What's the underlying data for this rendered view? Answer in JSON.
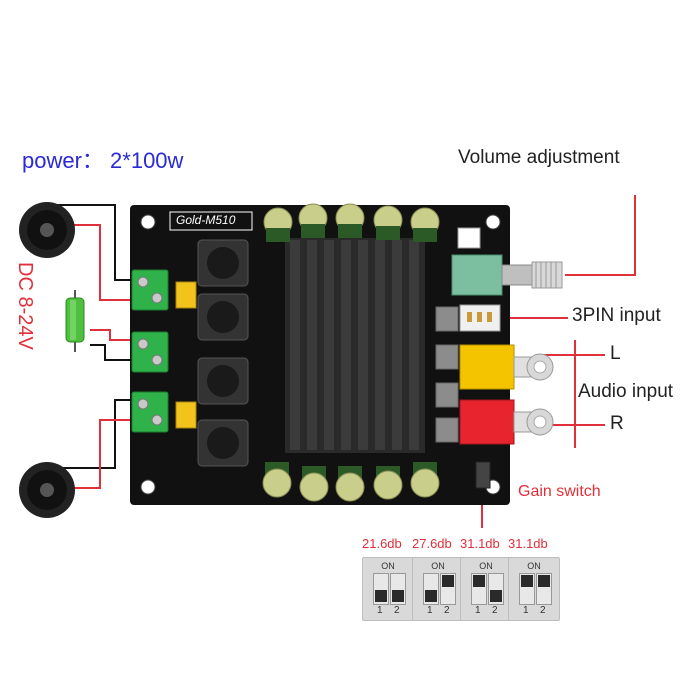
{
  "labels": {
    "power": "power： 2*100w",
    "volume": "Volume adjustment",
    "pin3": "3PIN input",
    "audio_l": "L",
    "audio_input": "Audio input",
    "audio_r": "R",
    "gain_switch": "Gain switch",
    "supply": "DC 8-24V"
  },
  "board": {
    "model": "Gold-M510"
  },
  "gain_options": [
    {
      "label": "21.6db",
      "switch_on_text": "ON",
      "positions": [
        "1",
        "2"
      ],
      "state": [
        "off",
        "off"
      ]
    },
    {
      "label": "27.6db",
      "switch_on_text": "ON",
      "positions": [
        "1",
        "2"
      ],
      "state": [
        "off",
        "on"
      ]
    },
    {
      "label": "31.1db",
      "switch_on_text": "ON",
      "positions": [
        "1",
        "2"
      ],
      "state": [
        "on",
        "off"
      ]
    },
    {
      "label": "31.1db",
      "switch_on_text": "ON",
      "positions": [
        "1",
        "2"
      ],
      "state": [
        "on",
        "on"
      ]
    }
  ],
  "colors": {
    "power_text": "#2a2ad8",
    "annotation_red": "#e0303a",
    "pcb": "#111111",
    "terminal_green": "#2fb24a",
    "rca_yellow": "#f4c400",
    "rca_red": "#e8252e"
  }
}
